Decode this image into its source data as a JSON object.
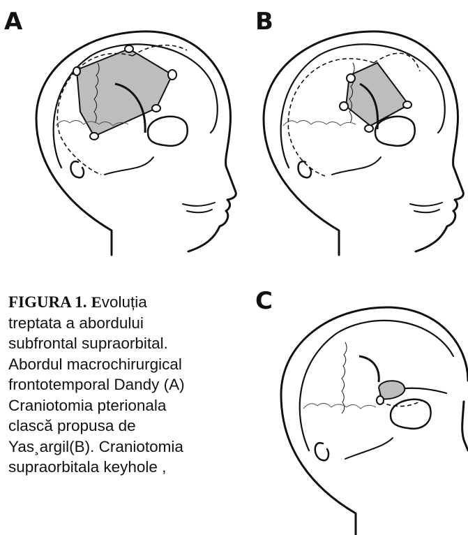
{
  "panels": [
    {
      "letter": "A"
    },
    {
      "letter": "B"
    },
    {
      "letter": "C"
    }
  ],
  "caption": {
    "label": "FIGURA 1.",
    "initial": "E",
    "lines": [
      "voluția",
      "treptata a abordului",
      "subfrontal supraorbital.",
      "Abordul macrochirurgical",
      "frontotemporal Dandy (A)",
      "Craniotomia pterionala",
      "clască propusa de",
      "Yas¸argil(B). Craniotomia",
      "supraorbitala keyhole ,"
    ]
  },
  "colors": {
    "ink": "#111111",
    "shade": "#bdbdbd",
    "faint": "#999999"
  }
}
